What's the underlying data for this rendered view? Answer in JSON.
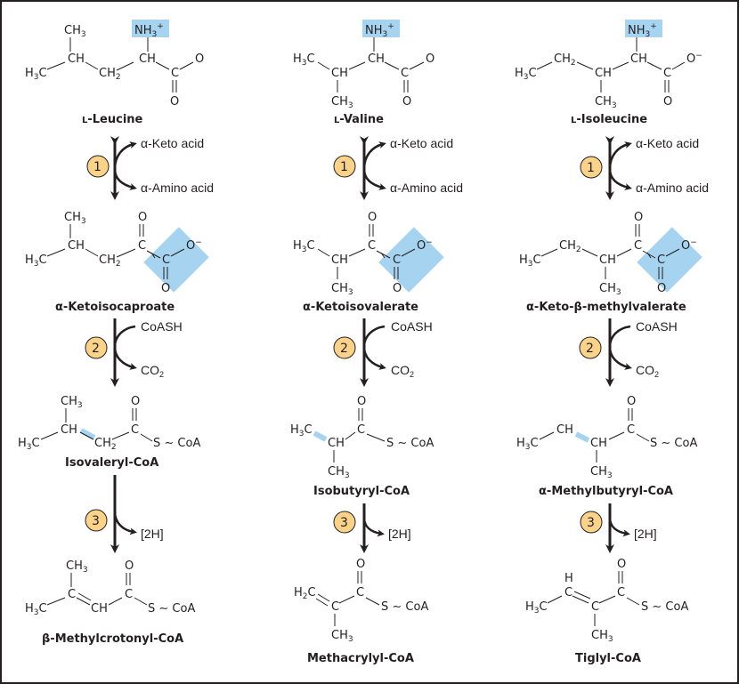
{
  "colors": {
    "highlight": "#a6d3ef",
    "step_circle": "#fbd28a",
    "ink": "#231f20"
  },
  "columns": [
    {
      "amino_acid": "L-Leucine",
      "amino_acid_prefix": "L",
      "amino_acid_rest": "-Leucine",
      "keto_acid": "α-Ketoisocaproate",
      "acyl_coa": "Isovaleryl-CoA",
      "enoyl_coa": "β-Methylcrotonyl-CoA"
    },
    {
      "amino_acid": "L-Valine",
      "amino_acid_prefix": "L",
      "amino_acid_rest": "-Valine",
      "keto_acid": "α-Ketoisovalerate",
      "acyl_coa": "Isobutyryl-CoA",
      "enoyl_coa": "Methacrylyl-CoA"
    },
    {
      "amino_acid": "L-Isoleucine",
      "amino_acid_prefix": "L",
      "amino_acid_rest": "-Isoleucine",
      "keto_acid": "α-Keto-β-methylvalerate",
      "acyl_coa": "α-Methylbutyryl-CoA",
      "enoyl_coa": "Tiglyl-CoA"
    }
  ],
  "steps": [
    {
      "number": "1",
      "in": "α-Keto acid",
      "out": "α-Amino acid",
      "reversible": true
    },
    {
      "number": "2",
      "in": "CoASH",
      "out": "CO2",
      "reversible": false
    },
    {
      "number": "3",
      "in": "",
      "out": "[2H]",
      "reversible": false
    }
  ],
  "atoms": {
    "nh3": "NH3+",
    "ch3": "CH3",
    "h3c": "H3C",
    "h2c": "H2C",
    "ch2": "CH2",
    "ch": "CH",
    "c": "C",
    "h": "H",
    "o": "O",
    "o_minus": "O−",
    "s_coa": "S ∼ CoA"
  }
}
